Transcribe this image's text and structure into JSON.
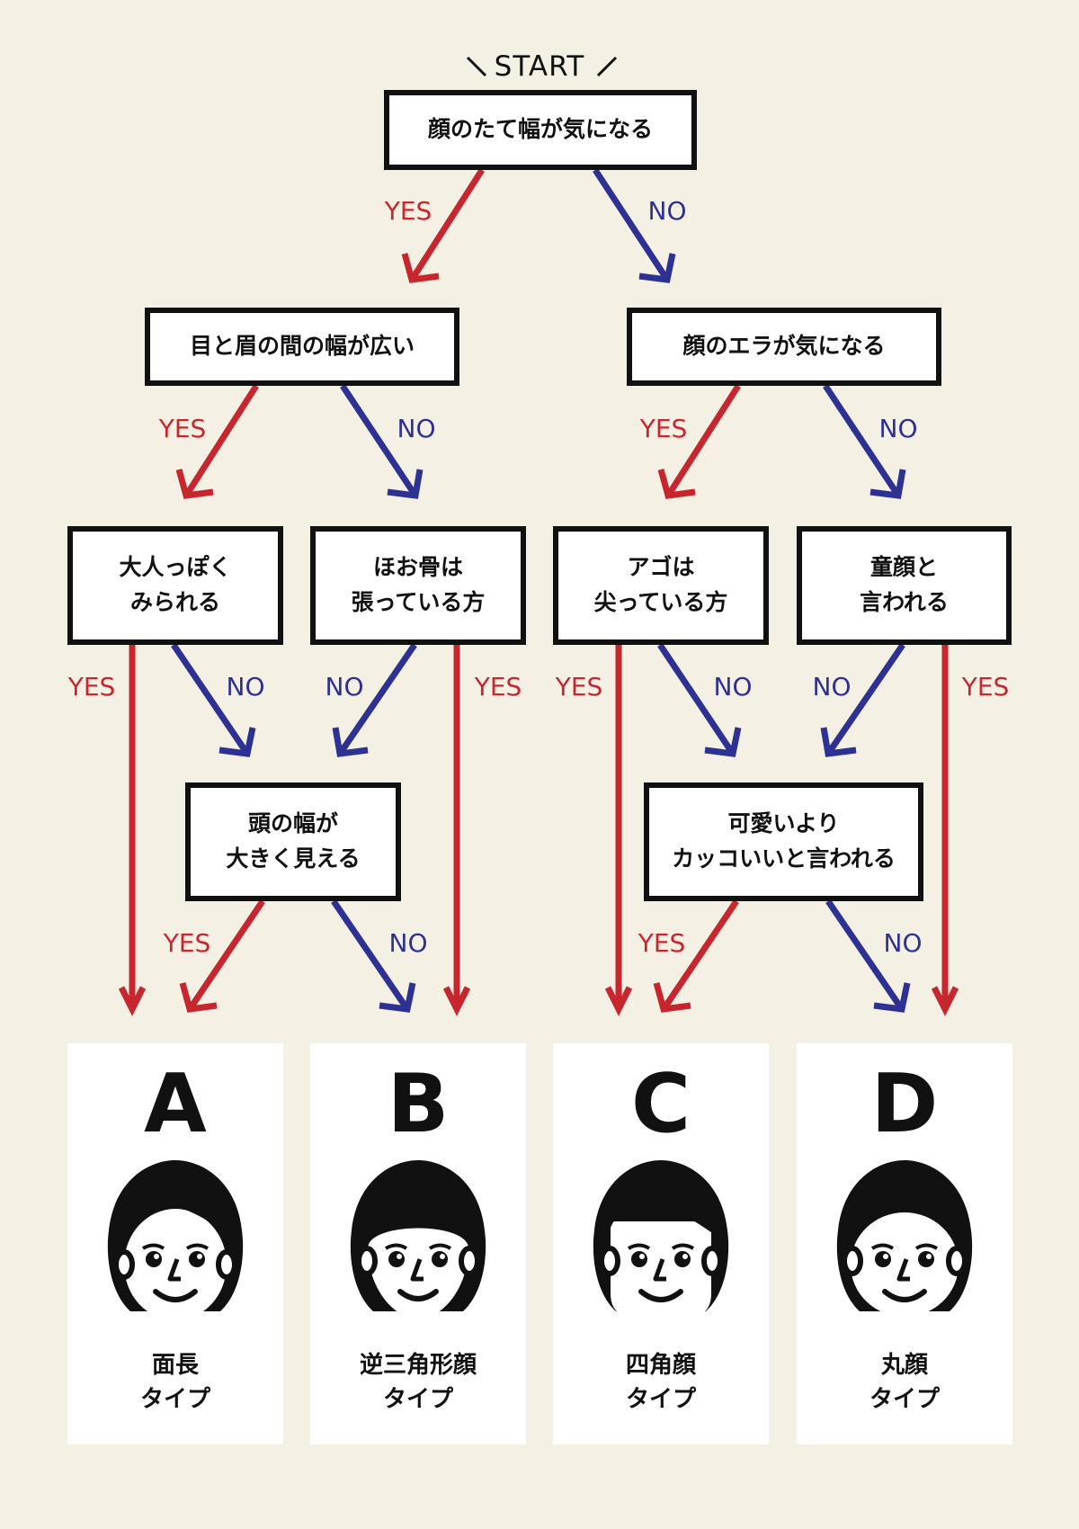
{
  "diagram": {
    "start_label": "START",
    "yes_label": "YES",
    "no_label": "NO",
    "colors": {
      "background": "#f4f0e3",
      "yes": "#c8262e",
      "no": "#2e3194",
      "box_border": "#111111",
      "result_bg": "#ffffff"
    },
    "questions": {
      "q1": "顔のたて幅が気になる",
      "q2": "目と眉の間の幅が広い",
      "q3": "顔のエラが気になる",
      "q4": "大人っぽく\nみられる",
      "q5": "ほお骨は\n張っている方",
      "q6": "アゴは\n尖っている方",
      "q7": "童顔と\n言われる",
      "q8": "頭の幅が\n大きく見える",
      "q9": "可愛いより\nカッコいいと言われる"
    },
    "results": [
      {
        "letter": "A",
        "type": "面長\nタイプ",
        "icon": "woman-face-icon"
      },
      {
        "letter": "B",
        "type": "逆三角形顔\nタイプ",
        "icon": "woman-face-icon"
      },
      {
        "letter": "C",
        "type": "四角顔\nタイプ",
        "icon": "woman-face-icon"
      },
      {
        "letter": "D",
        "type": "丸顔\nタイプ",
        "icon": "woman-face-icon"
      }
    ]
  }
}
